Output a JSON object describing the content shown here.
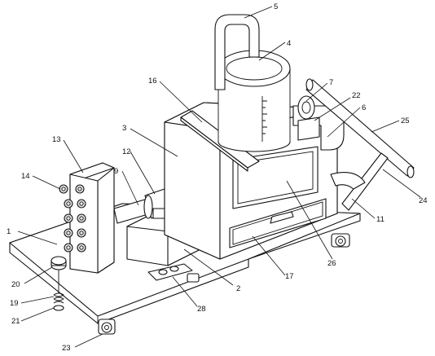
{
  "figure": {
    "labels": [
      {
        "id": "label-1",
        "text": "1"
      },
      {
        "id": "label-2",
        "text": "2"
      },
      {
        "id": "label-3",
        "text": "3"
      },
      {
        "id": "label-4",
        "text": "4"
      },
      {
        "id": "label-5",
        "text": "5"
      },
      {
        "id": "label-6",
        "text": "6"
      },
      {
        "id": "label-7",
        "text": "7"
      },
      {
        "id": "label-9",
        "text": "9"
      },
      {
        "id": "label-11",
        "text": "11"
      },
      {
        "id": "label-12",
        "text": "12"
      },
      {
        "id": "label-13",
        "text": "13"
      },
      {
        "id": "label-14",
        "text": "14"
      },
      {
        "id": "label-16",
        "text": "16"
      },
      {
        "id": "label-17",
        "text": "17"
      },
      {
        "id": "label-19",
        "text": "19"
      },
      {
        "id": "label-20",
        "text": "20"
      },
      {
        "id": "label-21",
        "text": "21"
      },
      {
        "id": "label-22",
        "text": "22"
      },
      {
        "id": "label-23",
        "text": "23"
      },
      {
        "id": "label-24",
        "text": "24"
      },
      {
        "id": "label-25",
        "text": "25"
      },
      {
        "id": "label-26",
        "text": "26"
      },
      {
        "id": "label-28",
        "text": "28"
      }
    ]
  }
}
